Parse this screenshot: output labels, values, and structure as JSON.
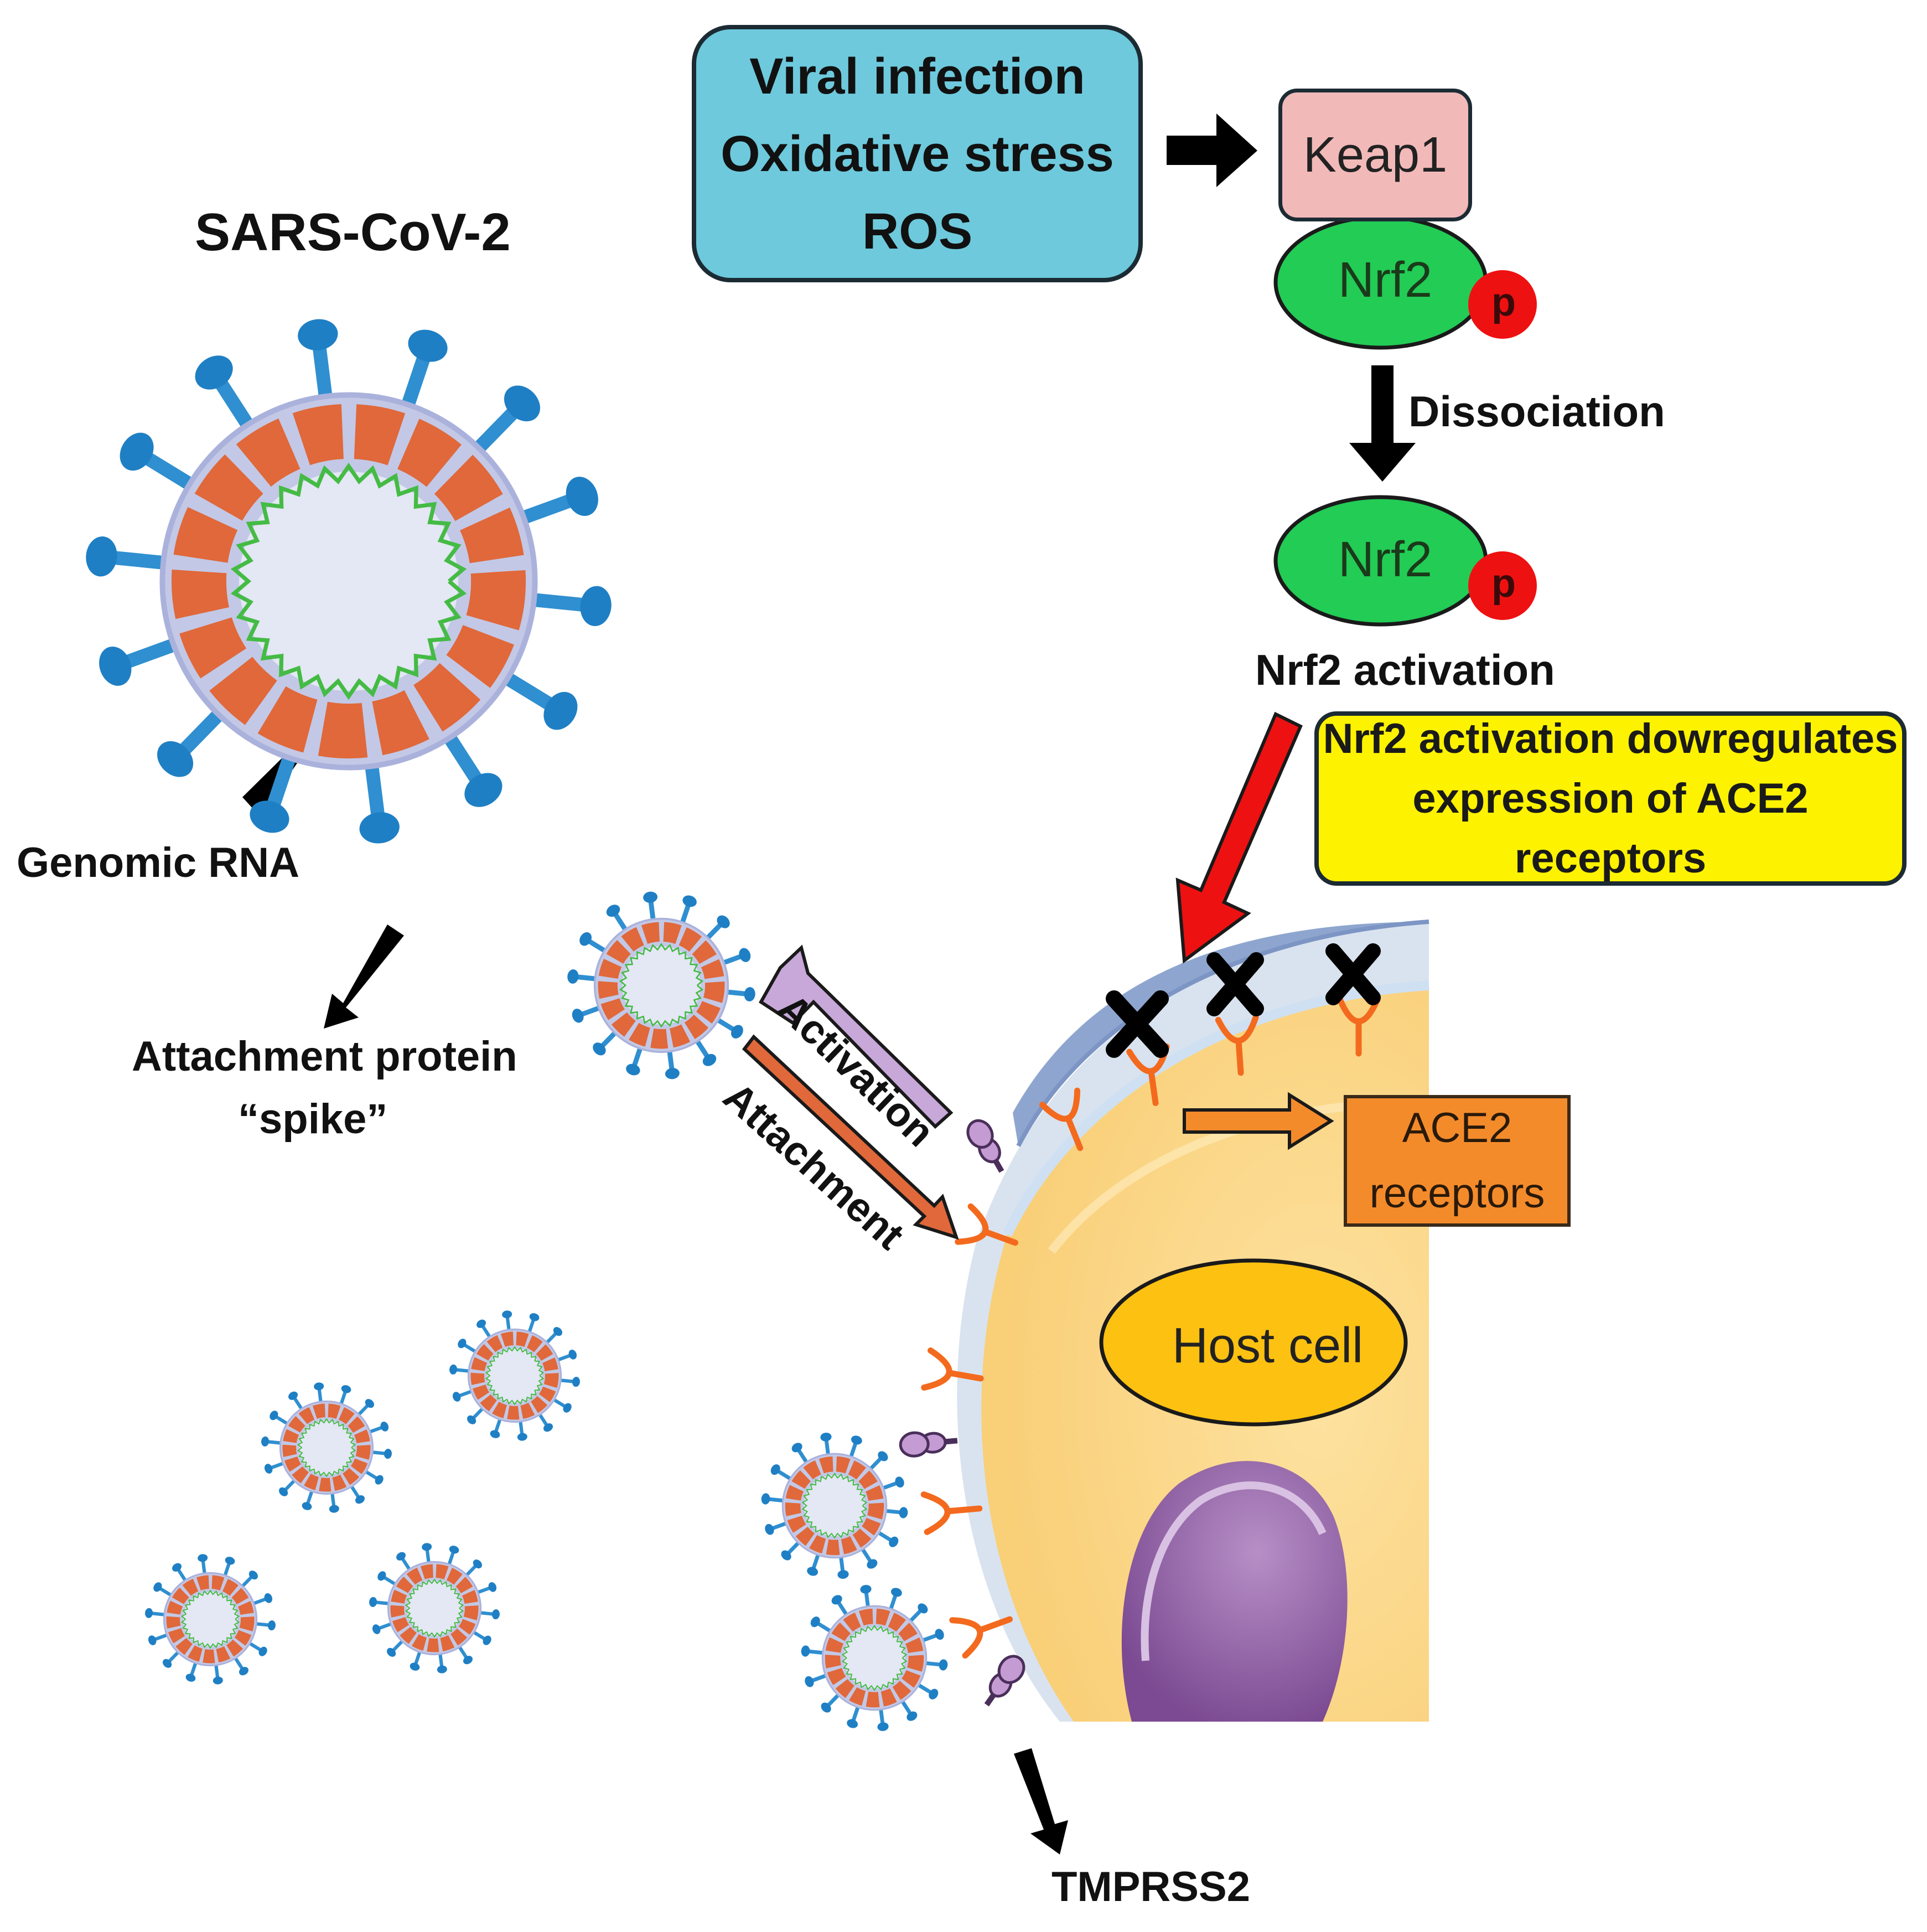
{
  "virus_title": "SARS-CoV-2",
  "stress_box": {
    "lines": [
      "Viral infection",
      "Oxidative stress",
      "ROS"
    ]
  },
  "keap1_label": "Keap1",
  "nrf2_label": "Nrf2",
  "p_label": "p",
  "dissociation_label": "Dissociation",
  "nrf2_activation_label": "Nrf2 activation",
  "downregulation_box": {
    "lines": [
      "Nrf2 activation dowregulates",
      "expression of ACE2 receptors"
    ]
  },
  "genomic_rna_label": "Genomic RNA",
  "attachment_protein_label": {
    "line1": "Attachment protein",
    "line2": "“spike”"
  },
  "activation_label": "Activation",
  "attachment_label": "Attachment",
  "ace2_box": {
    "line1": "ACE2",
    "line2": "receptors"
  },
  "host_cell_label": "Host cell",
  "tmprss2_label": "TMPRSS2",
  "blocked_marker": "X",
  "colors": {
    "stress_box": "#6ec9dc",
    "keap1": "#f2b9b9",
    "nrf2": "#22cc55",
    "phospho": "#ee1111",
    "downregulation_box": "#fdf200",
    "ace2_box": "#f48b2b",
    "host_cell": "#fbd98a",
    "nucleus": "#8a56a0",
    "virus_spike": "#2f8fd0",
    "virus_capsid": "#e0683a",
    "rna": "#44bb44",
    "red_arrow": "#ee1111",
    "activation_arrow": "#c7a8d8"
  }
}
